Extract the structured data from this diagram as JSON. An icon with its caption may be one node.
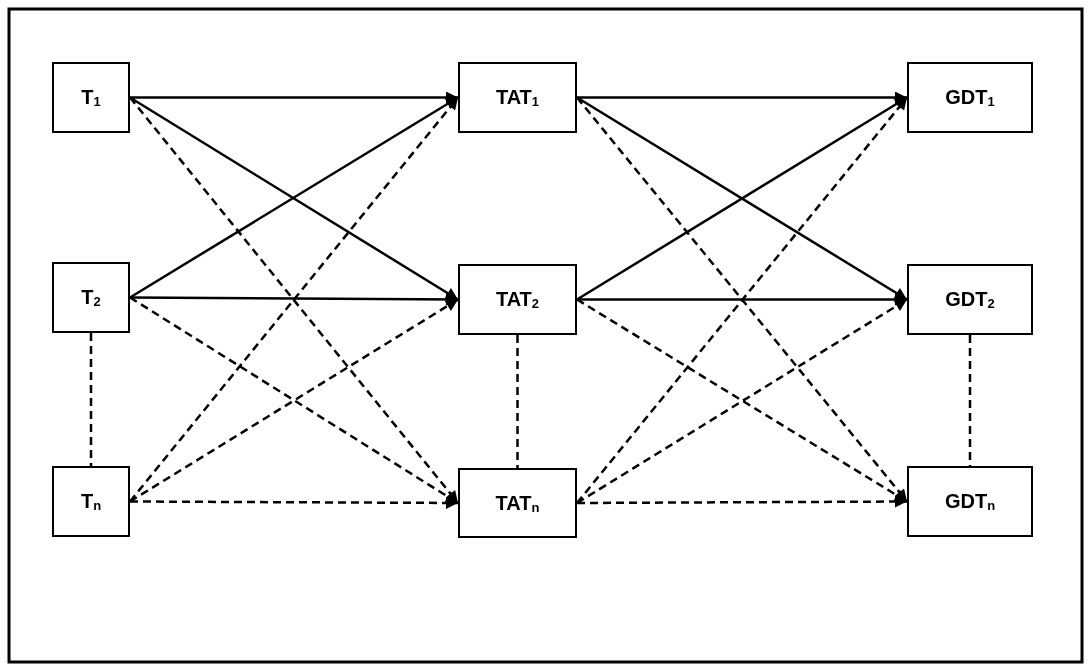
{
  "diagram": {
    "nodes": [
      {
        "text": [
          "T$_{1}$"
        ]
      },
      {
        "text": [
          "T$_{2}$"
        ]
      },
      {
        "text": [
          "T$_{n}$"
        ]
      },
      {
        "text": [
          "TAT$_{1}$"
        ]
      },
      {
        "text": [
          "TAT$_{2}$"
        ]
      },
      {
        "text": [
          "TAT$_{n}$"
        ]
      },
      {
        "text": [
          "GDT$_{1}$"
        ]
      },
      {
        "text": [
          "GDT$_{2}$"
        ]
      },
      {
        "text": [
          "GDT$_{n}$"
        ]
      }
    ],
    "edges": [
      {
        "from": 0,
        "to": 3,
        "arrow": "to"
      },
      {
        "from": 0,
        "to": 4,
        "arrow": "to"
      },
      {
        "from": 0,
        "to": 5,
        "arrow": "to",
        "style": "dashed"
      },
      {
        "from": 1,
        "to": 3,
        "arrow": "to"
      },
      {
        "from": 1,
        "to": 4,
        "arrow": "to"
      },
      {
        "from": 1,
        "to": 5,
        "arrow": "to",
        "style": "dashed"
      },
      {
        "from": 2,
        "to": 3,
        "arrow": "to",
        "style": "dashed"
      },
      {
        "from": 2,
        "to": 4,
        "arrow": "to",
        "style": "dashed"
      },
      {
        "from": 2,
        "to": 5,
        "arrow": "to",
        "style": "dashed"
      },
      {
        "from": 3,
        "to": 6,
        "arrow": "to"
      },
      {
        "from": 3,
        "to": 7,
        "arrow": "to"
      },
      {
        "from": 3,
        "to": 8,
        "arrow": "to",
        "style": "dashed"
      },
      {
        "from": 4,
        "to": 6,
        "arrow": "to"
      },
      {
        "from": 4,
        "to": 7,
        "arrow": "to"
      },
      {
        "from": 4,
        "to": 8,
        "arrow": "to",
        "style": "dashed"
      },
      {
        "from": 5,
        "to": 6,
        "arrow": "to",
        "style": "dashed"
      },
      {
        "from": 5,
        "to": 7,
        "arrow": "to",
        "style": "dashed"
      },
      {
        "from": 5,
        "to": 8,
        "arrow": "to",
        "style": "dashed"
      },
      {
        "from": 1,
        "to": 2,
        "arrow": "none",
        "style": "dashed"
      },
      {
        "from": 4,
        "to": 5,
        "arrow": "none",
        "style": "dashed"
      },
      {
        "from": 7,
        "to": 8,
        "arrow": "none",
        "style": "dashed"
      }
    ]
  }
}
